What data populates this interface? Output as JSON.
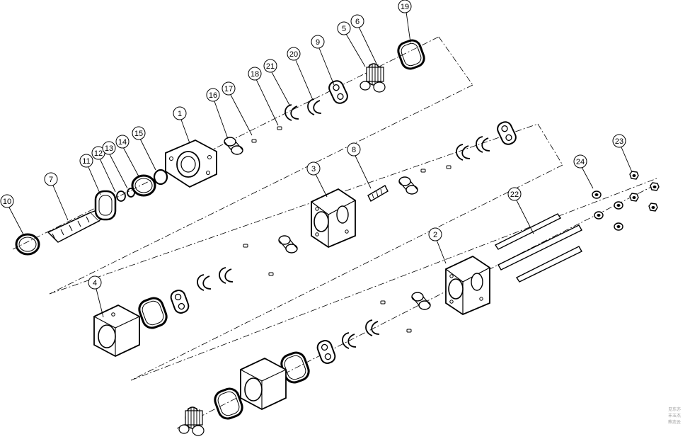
{
  "diagram": {
    "type": "exploded-assembly-drawing",
    "line_color": "#000000",
    "background": "#ffffff",
    "parts": [
      {
        "number": "1"
      },
      {
        "number": "2"
      },
      {
        "number": "3"
      },
      {
        "number": "4"
      },
      {
        "number": "5"
      },
      {
        "number": "6"
      },
      {
        "number": "7"
      },
      {
        "number": "8"
      },
      {
        "number": "9"
      },
      {
        "number": "10"
      },
      {
        "number": "11"
      },
      {
        "number": "12"
      },
      {
        "number": "13"
      },
      {
        "number": "14"
      },
      {
        "number": "15"
      },
      {
        "number": "16"
      },
      {
        "number": "17"
      },
      {
        "number": "18"
      },
      {
        "number": "19"
      },
      {
        "number": "20"
      },
      {
        "number": "21"
      },
      {
        "number": "22"
      },
      {
        "number": "23"
      },
      {
        "number": "24"
      }
    ]
  },
  "watermark": {
    "lines": [
      "见东亦",
      "丰玉杰",
      "熊志云"
    ],
    "color": "#9a9a9a"
  }
}
